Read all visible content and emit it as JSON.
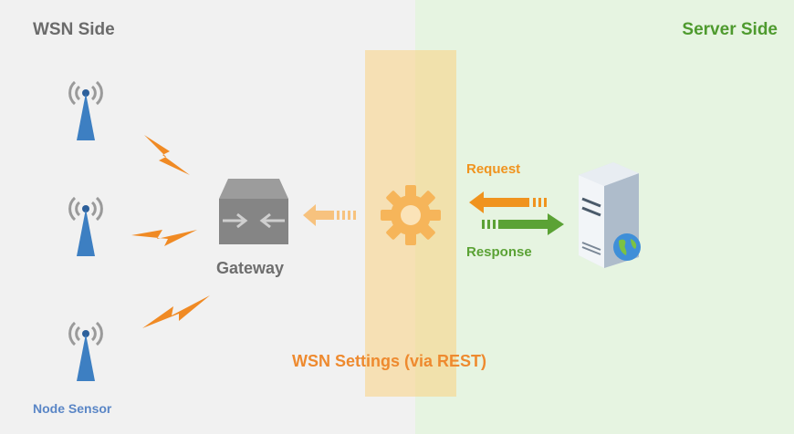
{
  "regions": {
    "wsn_side": "WSN Side",
    "server_side": "Server Side"
  },
  "nodes": {
    "gateway": "Gateway",
    "node_sensor": "Node Sensor",
    "settings": "WSN Settings (via REST)"
  },
  "arrows": {
    "request": "Request",
    "response": "Response"
  },
  "colors": {
    "wsn_panel": "#f1f1f1",
    "server_panel": "#e6f4e1",
    "settings_band": "#fad282",
    "orange": "#f0931e",
    "green": "#5ba235",
    "antenna_blue": "#3d7fc2"
  },
  "icons": [
    "antenna-icon",
    "lightning-icon",
    "gateway-icon",
    "gear-icon",
    "server-icon",
    "globe-icon"
  ]
}
